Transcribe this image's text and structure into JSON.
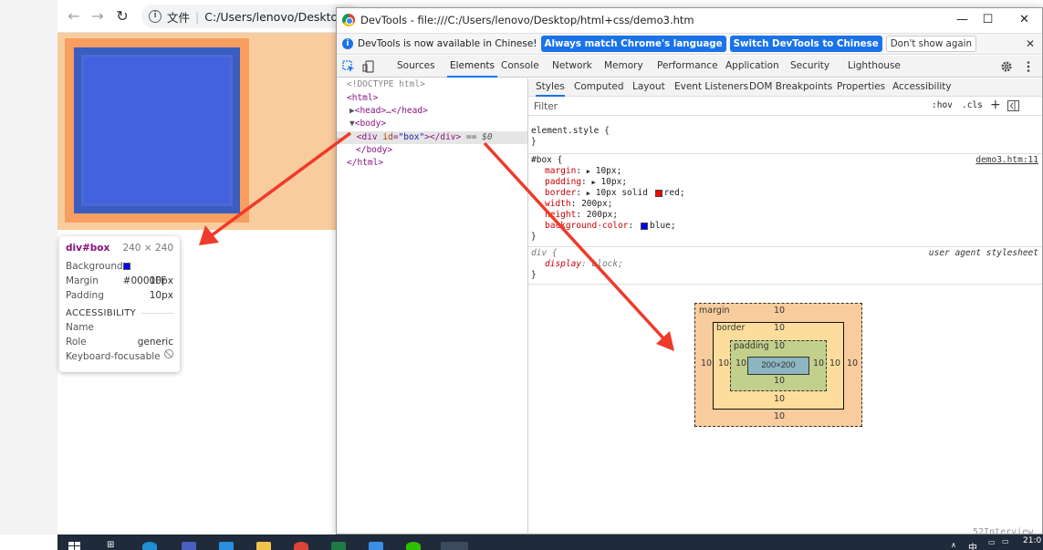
{
  "browser": {
    "nav_back": "←",
    "nav_forward": "→",
    "nav_reload": "↻",
    "address_prefix": "文件",
    "address": "C:/Users/lenovo/Desktop/"
  },
  "tooltip": {
    "tag": "div",
    "id": "#box",
    "dimensions": "240 × 240",
    "rows": [
      {
        "label": "Background",
        "value": "#0000FF",
        "swatch": "#0000ff"
      },
      {
        "label": "Margin",
        "value": "10px"
      },
      {
        "label": "Padding",
        "value": "10px"
      }
    ],
    "section": "ACCESSIBILITY",
    "a11y": [
      {
        "label": "Name",
        "value": ""
      },
      {
        "label": "Role",
        "value": "generic"
      },
      {
        "label": "Keyboard-focusable",
        "value": ""
      }
    ]
  },
  "devtools": {
    "title": "DevTools - file:///C:/Users/lenovo/Desktop/html+css/demo3.htm",
    "infobar": {
      "message": "DevTools is now available in Chinese!",
      "btn_match": "Always match Chrome's language",
      "btn_switch": "Switch DevTools to Chinese",
      "btn_dismiss": "Don't show again"
    },
    "tabs": [
      "Sources",
      "Elements",
      "Console",
      "Network",
      "Memory",
      "Performance",
      "Application",
      "Security",
      "Lighthouse"
    ],
    "active_tab": "Elements",
    "dom": {
      "doctype": "<!DOCTYPE html>",
      "html_open": "<html>",
      "head": "<head>…</head>",
      "body_open": "<body>",
      "div_tag": "div",
      "div_attr": "id",
      "div_val": "\"box\"",
      "div_close": "</div>",
      "selected_marker": "== $0",
      "body_close": "</body>",
      "html_close": "</html>",
      "ellipsis": "…"
    },
    "subtabs": [
      "Styles",
      "Computed",
      "Layout",
      "Event Listeners",
      "DOM Breakpoints",
      "Properties",
      "Accessibility"
    ],
    "filter_placeholder": "Filter",
    "hov": ":hov",
    "cls": ".cls",
    "rules": {
      "element_style": "element.style {",
      "close": "}",
      "box_selector": "#box {",
      "box_source": "demo3.htm:11",
      "box_props": [
        {
          "name": "margin",
          "value": "10px",
          "expand": true
        },
        {
          "name": "padding",
          "value": "10px",
          "expand": true
        },
        {
          "name": "border",
          "value": "10px solid",
          "swatch": "#ff0000",
          "after": "red",
          "expand": true
        },
        {
          "name": "width",
          "value": "200px"
        },
        {
          "name": "height",
          "value": "200px"
        },
        {
          "name": "background-color",
          "value": "",
          "swatch": "#0000ff",
          "after": "blue"
        }
      ],
      "ua_selector": "div {",
      "ua_source": "user agent stylesheet",
      "ua_props": [
        {
          "name": "display",
          "value": "block"
        }
      ]
    },
    "box_model": {
      "margin_label": "margin",
      "border_label": "border",
      "padding_label": "padding",
      "margin_top": "10",
      "margin_bottom": "10",
      "margin_left": "10",
      "margin_right": "10",
      "border_top": "10",
      "border_bottom": "10",
      "border_left": "10",
      "border_right": "10",
      "padding_top": "10",
      "padding_bottom": "10",
      "padding_left": "10",
      "padding_right": "10",
      "content": "200×200"
    }
  },
  "taskbar": {
    "ime": "中",
    "clock": "21:0"
  },
  "watermark": "52Interview",
  "colors": {
    "accent": "#1a73e8",
    "arrow": "#f03a2a",
    "highlight_body": "#f9cc9d",
    "highlight_margin": "#f89e61",
    "highlight_content": "#4262e0"
  }
}
